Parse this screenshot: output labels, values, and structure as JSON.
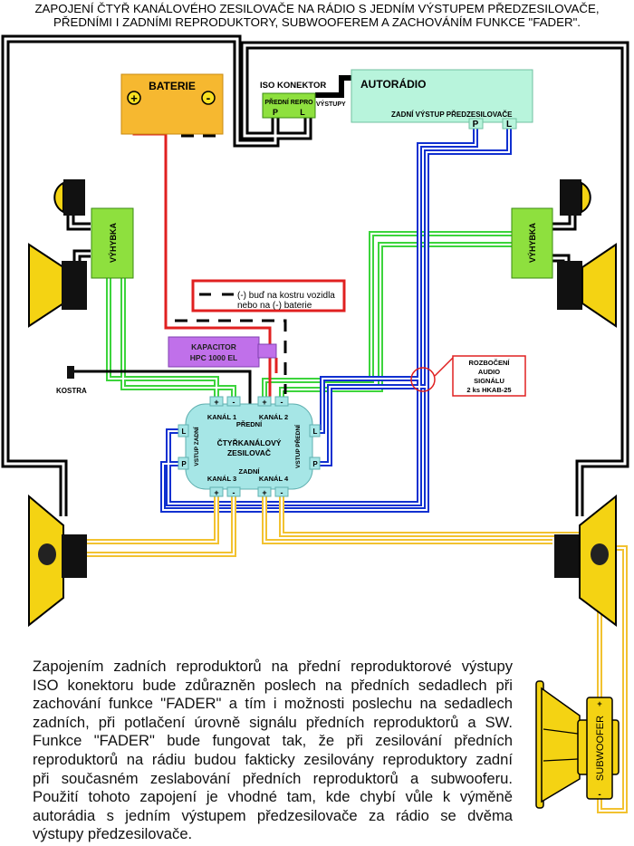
{
  "title": {
    "line1": "ZAPOJENÍ ČTYŘ KANÁLOVÉHO ZESILOVAČE NA RÁDIO S JEDNÍM VÝSTUPEM PŘEDZESILOVAČE,",
    "line2": "PŘEDNÍMI I ZADNÍMI REPRODUKTORY, SUBWOOFEREM A ZACHOVÁNÍM FUNKCE \"FADER\"."
  },
  "battery": {
    "label": "BATERIE",
    "plus": "+",
    "minus": "-"
  },
  "iso": {
    "label": "ISO KONEKTOR",
    "inner": "PŘEDNÍ REPRO",
    "p": "P",
    "l": "L",
    "outputs": "VÝSTUPY"
  },
  "radio": {
    "label": "AUTORÁDIO",
    "rear_out": "ZADNÍ VÝSTUP PŘEDZESILOVAČE",
    "p": "P",
    "l": "L"
  },
  "crossover": {
    "left": "VÝHYBKA",
    "right": "VÝHYBKA"
  },
  "legend": {
    "line1": "(-) buď na kostru vozidla",
    "line2": "nebo na (-) baterie"
  },
  "capacitor": {
    "line1": "KAPACITOR",
    "line2": "HPC 1000 EL"
  },
  "ground": "KOSTRA",
  "splitter": {
    "line1": "ROZBOČENÍ",
    "line2": "AUDIO",
    "line3": "SIGNÁLU",
    "line4": "2 ks HKAB-25"
  },
  "amplifier": {
    "title1": "ČTYŘKANÁLOVÝ",
    "title2": "ZESILOVAČ",
    "ch1": "KANÁL 1",
    "ch2": "KANÁL 2",
    "ch3": "KANÁL 3",
    "ch4": "KANÁL 4",
    "front": "PŘEDNÍ",
    "rear": "ZADNÍ",
    "in_rear": "VSTUP ZADNÍ",
    "in_front": "VSTUP PŘEDNÍ",
    "l": "L",
    "p": "P",
    "plus": "+",
    "minus": "-"
  },
  "subwoofer": {
    "label": "SUBWOOFER",
    "plus": "+",
    "minus": "-"
  },
  "description": [
    "Zapojením zadních reproduktorů na přední reproduktorové výstupy",
    "ISO konektoru bude zdůrazněn poslech na předních sedadlech při",
    "zachování funkce \"FADER\" a tím i možnosti poslechu na sedadlech",
    "zadních, při potlačení úrovně signálu předních reproduktorů a SW.",
    "Funkce \"FADER\" bude fungovat tak, že při zesilování předních",
    "reproduktorů na rádiu budou fakticky zesilovány reproduktory zadní",
    "při současném zeslabování předních reproduktorů a subwooferu.",
    "Použití tohoto zapojení je vhodné tam, kde chybí vůle k výměně",
    "autorádia s jedním výstupem předzesilovače za rádio se dvěma",
    "výstupy předzesilovače."
  ],
  "colors": {
    "battery": "#f6b830",
    "radio": "#b8f4dc",
    "iso": "#8ee03e",
    "amp": "#a6e6e6",
    "capacitor": "#c070ea",
    "speaker": "#f4d313"
  }
}
